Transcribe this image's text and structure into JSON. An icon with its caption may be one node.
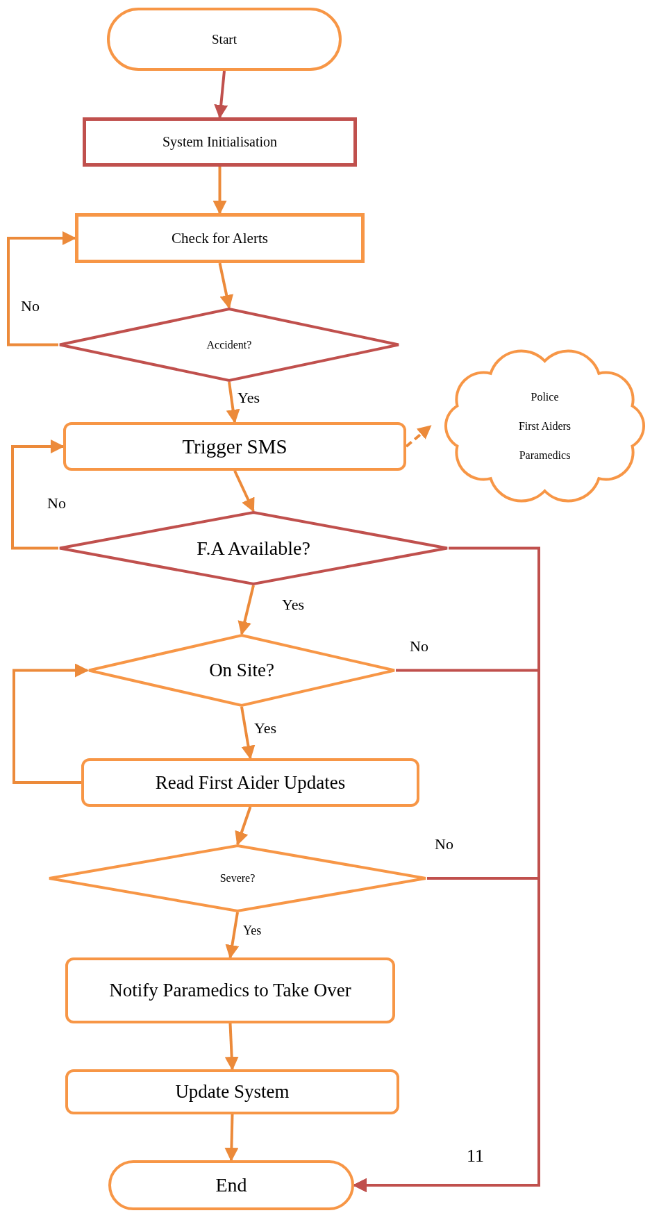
{
  "diagram": {
    "nodes": [
      {
        "text": [
          "Start"
        ]
      },
      {
        "text": [
          "System Initialisation"
        ]
      },
      {
        "text": [
          "Check for Alerts"
        ]
      },
      {
        "text": [
          "Accident?"
        ]
      },
      {
        "text": [
          "Trigger SMS"
        ]
      },
      {
        "text": [
          "Police",
          "First Aiders",
          "Paramedics"
        ]
      },
      {
        "text": [
          "F.A Available?"
        ]
      },
      {
        "text": [
          "On Site?"
        ]
      },
      {
        "text": [
          "Read First Aider Updates"
        ]
      },
      {
        "text": [
          "Severe?"
        ]
      },
      {
        "text": [
          "Notify Paramedics to Take Over"
        ]
      },
      {
        "text": [
          "Update System"
        ]
      },
      {
        "text": [
          "End"
        ]
      }
    ],
    "edges": [
      {
        "from": 0,
        "to": 1,
        "arrow": "to",
        "color": "#c0504d"
      },
      {
        "from": 1,
        "to": 2,
        "arrow": "to"
      },
      {
        "from": 2,
        "to": 3,
        "arrow": "to"
      },
      {
        "from": 3,
        "to": 2,
        "arrow": "to",
        "label": "No"
      },
      {
        "from": 3,
        "to": 4,
        "arrow": "to",
        "label": "Yes"
      },
      {
        "from": 4,
        "to": 5,
        "arrow": "to",
        "style": "dashed"
      },
      {
        "from": 4,
        "to": 6,
        "arrow": "to"
      },
      {
        "from": 6,
        "to": 4,
        "arrow": "to",
        "label": "No"
      },
      {
        "from": 6,
        "to": 7,
        "arrow": "to",
        "label": "Yes"
      },
      {
        "from": 6,
        "to": 12,
        "arrow": "to",
        "color": "#c0504d"
      },
      {
        "from": 7,
        "to": 12,
        "arrow": "to",
        "label": "No",
        "color": "#c0504d"
      },
      {
        "from": 7,
        "to": 8,
        "arrow": "to",
        "label": "Yes"
      },
      {
        "from": 8,
        "to": 7,
        "arrow": "to"
      },
      {
        "from": 8,
        "to": 9,
        "arrow": "to"
      },
      {
        "from": 9,
        "to": 12,
        "arrow": "to",
        "label": "No",
        "color": "#c0504d"
      },
      {
        "from": 9,
        "to": 10,
        "arrow": "to",
        "label": "Yes"
      },
      {
        "from": 10,
        "to": 11,
        "arrow": "to"
      },
      {
        "from": 11,
        "to": 12,
        "arrow": "to"
      }
    ],
    "labels": [
      "11"
    ]
  }
}
